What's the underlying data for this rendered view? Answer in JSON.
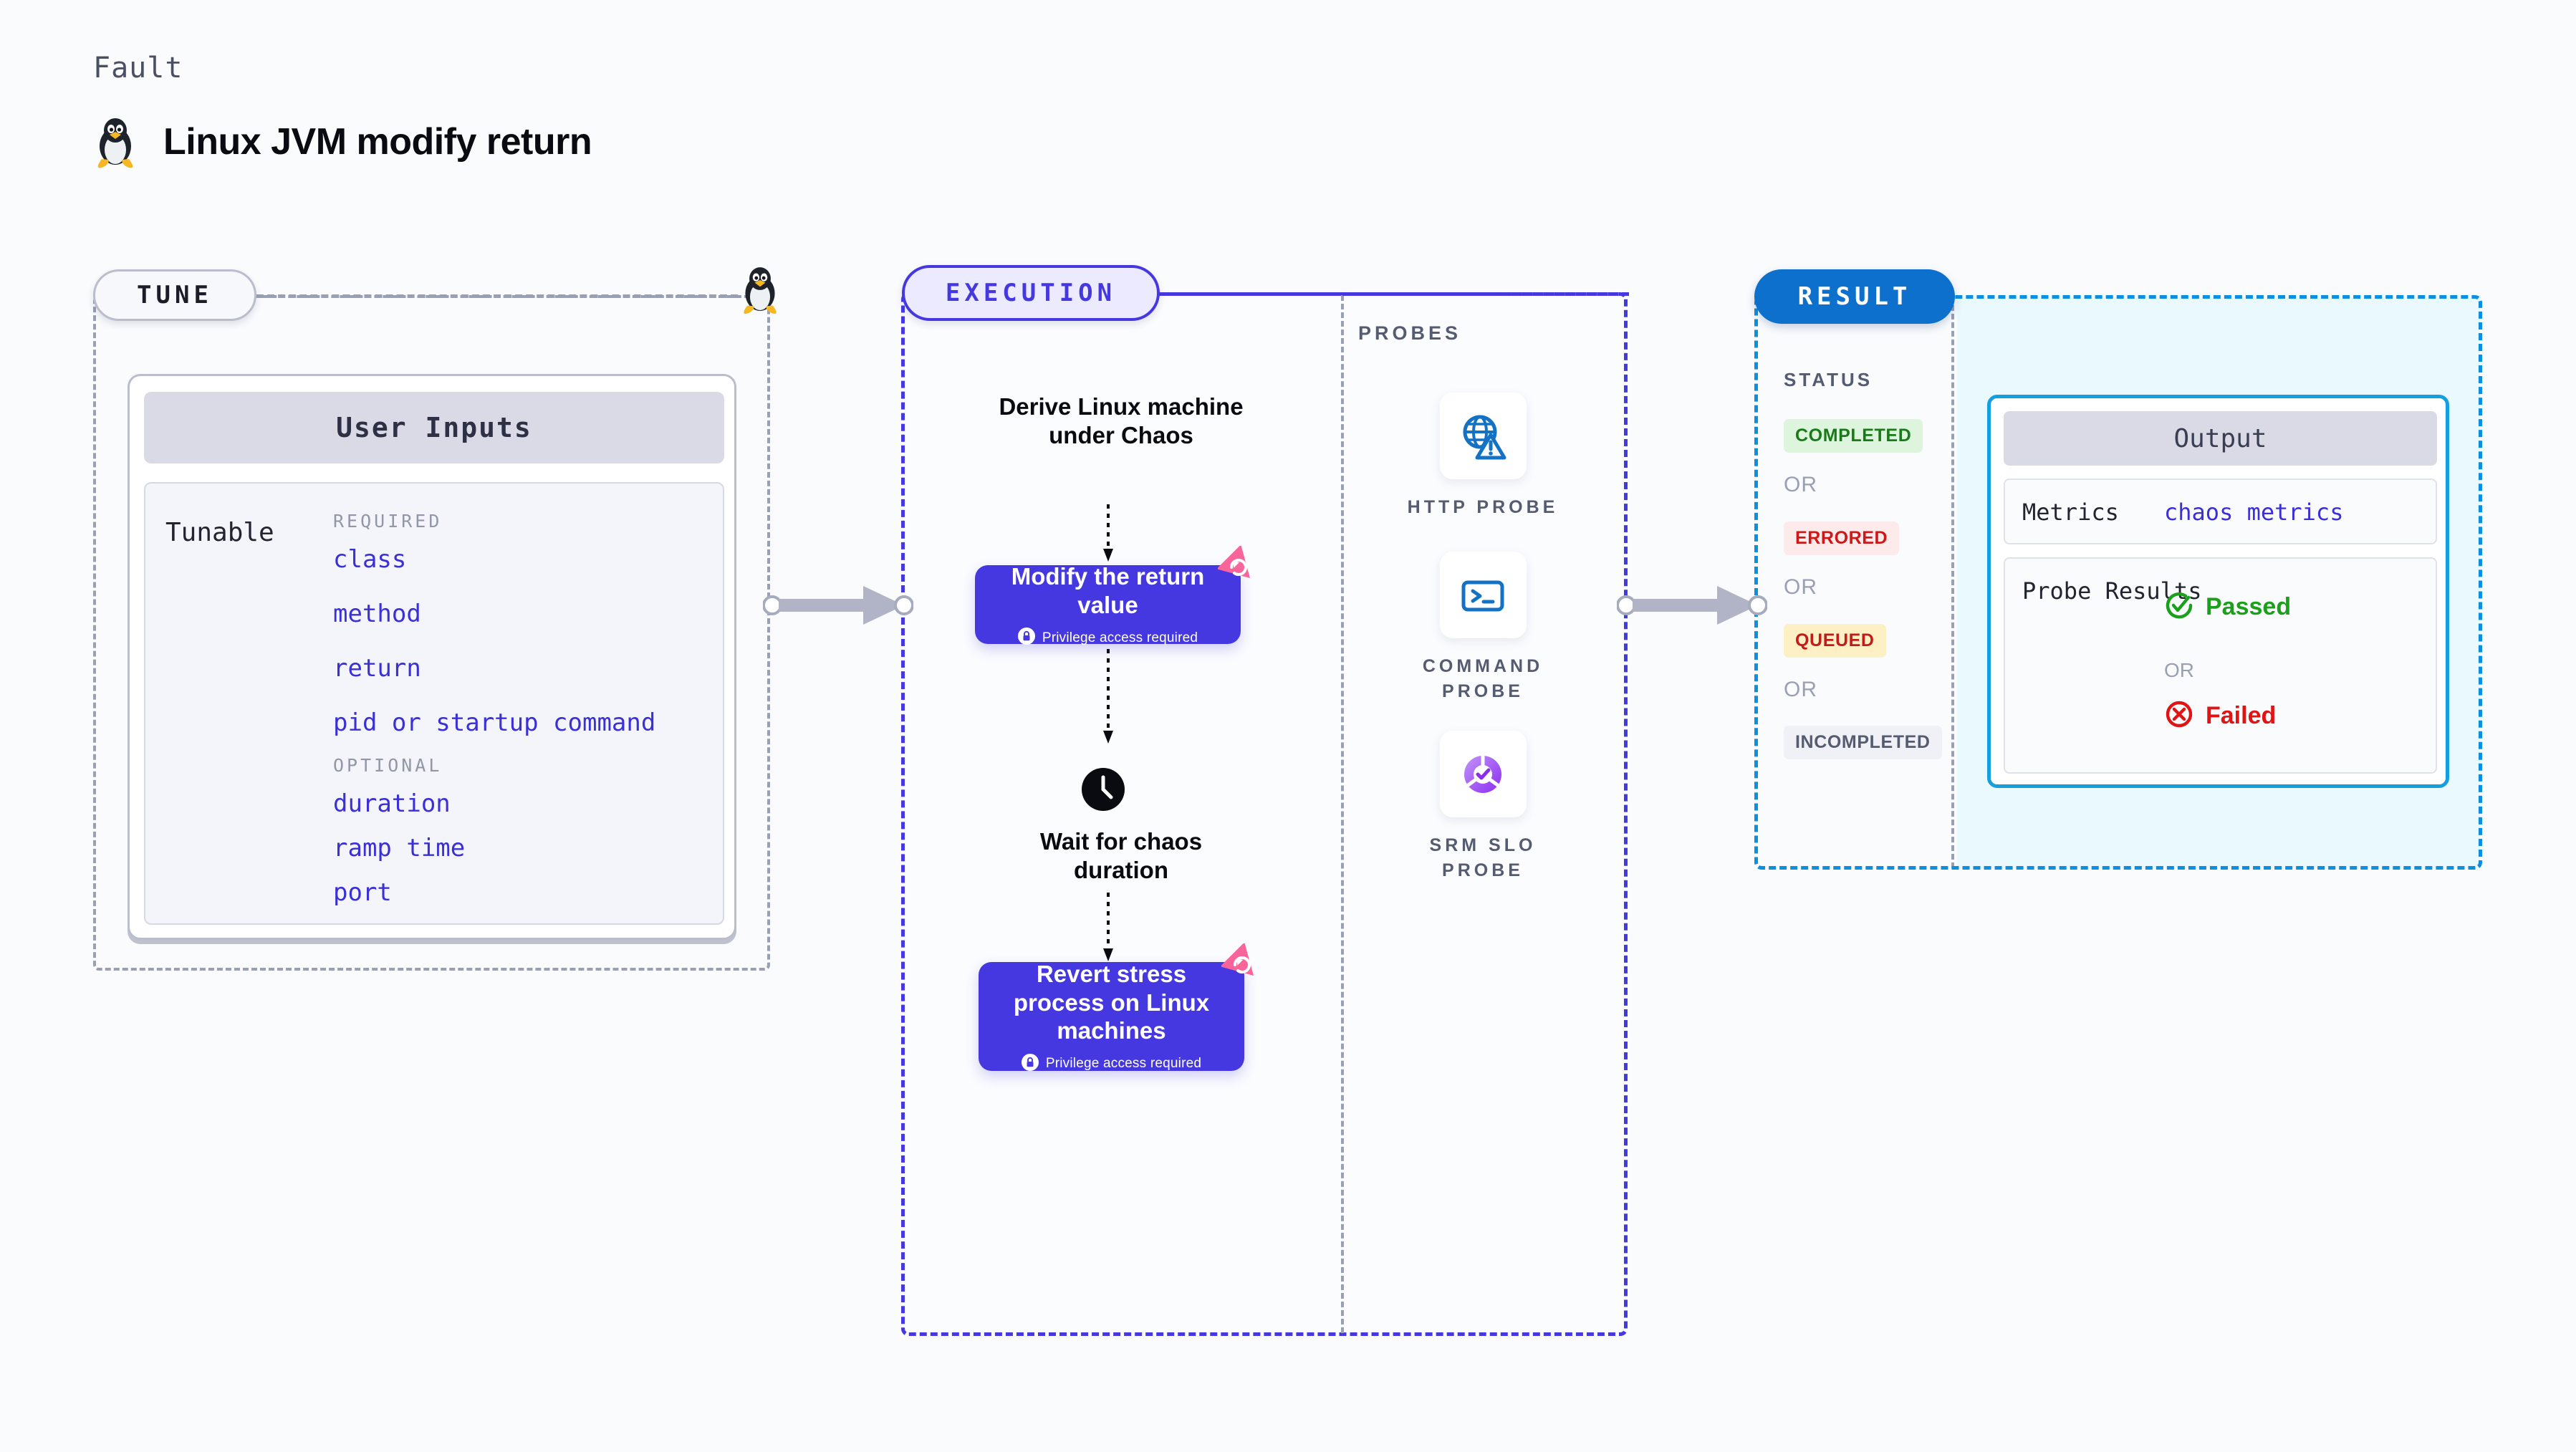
{
  "header": {
    "kicker": "Fault",
    "title": "Linux JVM modify return",
    "platform_icon": "linux-penguin-icon"
  },
  "tune": {
    "pill_label": "TUNE",
    "inputs_card": {
      "header": "User Inputs",
      "tunable_label": "Tunable",
      "groups": [
        {
          "label": "REQUIRED",
          "items": [
            "class",
            "method",
            "return",
            "pid or startup command"
          ]
        },
        {
          "label": "OPTIONAL",
          "items": [
            "duration",
            "ramp time",
            "port"
          ]
        }
      ]
    }
  },
  "execution": {
    "pill_label": "EXECUTION",
    "steps": [
      {
        "type": "text",
        "label": "Derive Linux machine under Chaos"
      },
      {
        "type": "action",
        "label": "Modify the return value",
        "note": "Privilege access required",
        "badge": "retry-loop-badge"
      },
      {
        "type": "wait",
        "icon": "clock-icon",
        "label": "Wait for chaos duration"
      },
      {
        "type": "action",
        "label": "Revert stress process on Linux machines",
        "note": "Privilege access required",
        "badge": "retry-loop-badge"
      }
    ]
  },
  "probes": {
    "section_label": "PROBES",
    "items": [
      {
        "name": "HTTP PROBE",
        "icon": "globe-warning-icon"
      },
      {
        "name": "COMMAND PROBE",
        "icon": "terminal-icon"
      },
      {
        "name": "SRM SLO PROBE",
        "icon": "slo-donut-check-icon"
      }
    ]
  },
  "result": {
    "pill_label": "RESULT",
    "status_label": "STATUS",
    "or_label": "OR",
    "statuses": [
      {
        "label": "COMPLETED",
        "bg": "#ddf5dd",
        "fg": "#1a7a1a"
      },
      {
        "label": "ERRORED",
        "bg": "#fdeaea",
        "fg": "#cc1818"
      },
      {
        "label": "QUEUED",
        "bg": "#fdf0c4",
        "fg": "#c41a1a"
      },
      {
        "label": "INCOMPLETED",
        "bg": "#f0f1f6",
        "fg": "#555b70"
      }
    ],
    "output": {
      "header": "Output",
      "metrics_key": "Metrics",
      "metrics_value": "chaos metrics",
      "probe_key": "Probe Results",
      "passed_label": "Passed",
      "failed_label": "Failed",
      "or_label": "OR"
    }
  },
  "colors": {
    "accent_purple": "#4638e0",
    "accent_blue": "#0c70cc",
    "output_border": "#14a0e0",
    "badge_pink": "#f9649b",
    "tune_dash": "#9aa0b4",
    "background": "#fafbfd"
  }
}
